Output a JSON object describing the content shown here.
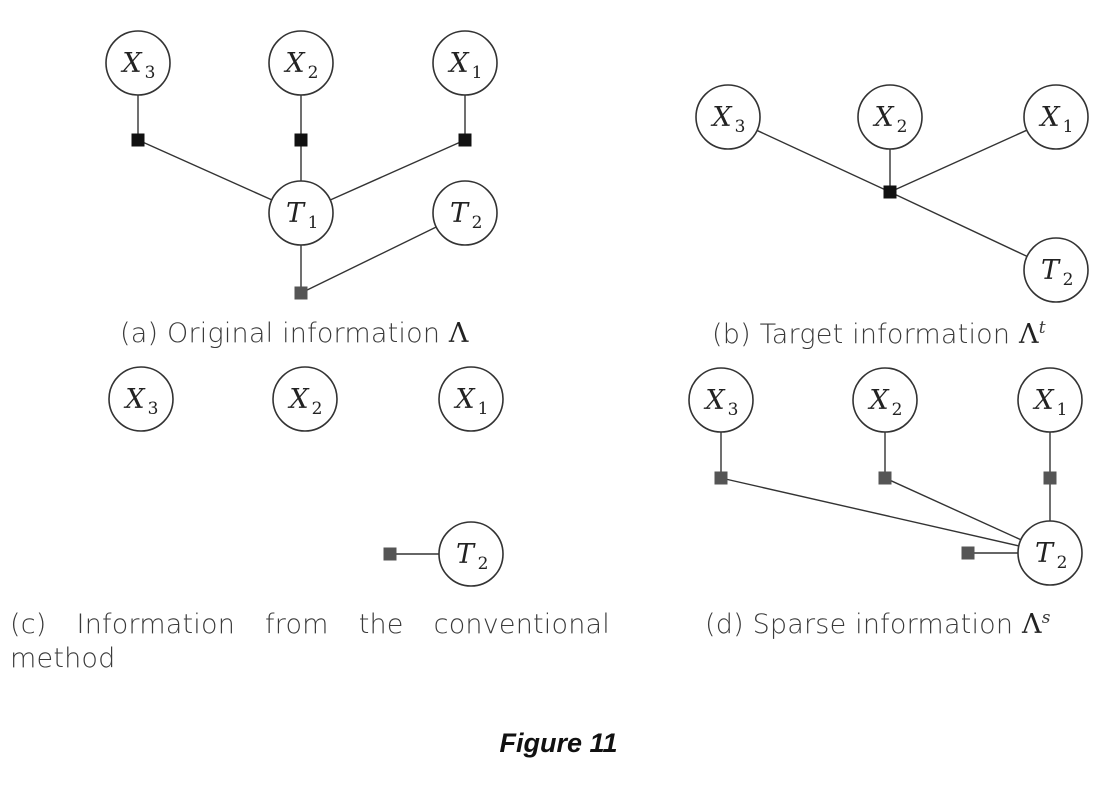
{
  "figure_title": "Figure 11",
  "colors": {
    "factor_dark": "#111111",
    "factor_gray": "#555555",
    "node_stroke": "#333333",
    "caption_text": "#3a3a3a"
  },
  "panels": [
    {
      "id": "a",
      "caption_text": "(a) Original information ",
      "caption_symbol": "Λ",
      "caption_superscript": "",
      "nodes": [
        {
          "id": "X3",
          "label": "X",
          "sub": "3"
        },
        {
          "id": "X2",
          "label": "X",
          "sub": "2"
        },
        {
          "id": "X1",
          "label": "X",
          "sub": "1"
        },
        {
          "id": "T1",
          "label": "T",
          "sub": "1"
        },
        {
          "id": "T2",
          "label": "T",
          "sub": "2"
        }
      ],
      "factors": [
        {
          "id": "f1",
          "connects": [
            "X3",
            "T1"
          ],
          "shade": "dark"
        },
        {
          "id": "f2",
          "connects": [
            "X2",
            "T1"
          ],
          "shade": "dark"
        },
        {
          "id": "f3",
          "connects": [
            "X1",
            "T1"
          ],
          "shade": "dark"
        },
        {
          "id": "f4",
          "connects": [
            "T1",
            "T2"
          ],
          "shade": "gray"
        }
      ]
    },
    {
      "id": "b",
      "caption_text": "(b) Target information ",
      "caption_symbol": "Λ",
      "caption_superscript": "t",
      "nodes": [
        {
          "id": "X3",
          "label": "X",
          "sub": "3"
        },
        {
          "id": "X2",
          "label": "X",
          "sub": "2"
        },
        {
          "id": "X1",
          "label": "X",
          "sub": "1"
        },
        {
          "id": "T2",
          "label": "T",
          "sub": "2"
        }
      ],
      "factors": [
        {
          "id": "f1",
          "connects": [
            "X3",
            "X2",
            "X1",
            "T2"
          ],
          "shade": "dark"
        }
      ]
    },
    {
      "id": "c",
      "caption_text": "(c) Information from the conventional method",
      "caption_symbol": "",
      "caption_superscript": "",
      "nodes": [
        {
          "id": "X3",
          "label": "X",
          "sub": "3"
        },
        {
          "id": "X2",
          "label": "X",
          "sub": "2"
        },
        {
          "id": "X1",
          "label": "X",
          "sub": "1"
        },
        {
          "id": "T2",
          "label": "T",
          "sub": "2"
        }
      ],
      "factors": [
        {
          "id": "f1",
          "connects": [
            "T2"
          ],
          "shade": "gray"
        }
      ]
    },
    {
      "id": "d",
      "caption_text": "(d) Sparse information ",
      "caption_symbol": "Λ",
      "caption_superscript": "s",
      "nodes": [
        {
          "id": "X3",
          "label": "X",
          "sub": "3"
        },
        {
          "id": "X2",
          "label": "X",
          "sub": "2"
        },
        {
          "id": "X1",
          "label": "X",
          "sub": "1"
        },
        {
          "id": "T2",
          "label": "T",
          "sub": "2"
        }
      ],
      "factors": [
        {
          "id": "f1",
          "connects": [
            "X3",
            "T2"
          ],
          "shade": "gray"
        },
        {
          "id": "f2",
          "connects": [
            "X2",
            "T2"
          ],
          "shade": "gray"
        },
        {
          "id": "f3",
          "connects": [
            "X1",
            "T2"
          ],
          "shade": "gray"
        },
        {
          "id": "f4",
          "connects": [
            "T2"
          ],
          "shade": "gray"
        }
      ]
    }
  ]
}
